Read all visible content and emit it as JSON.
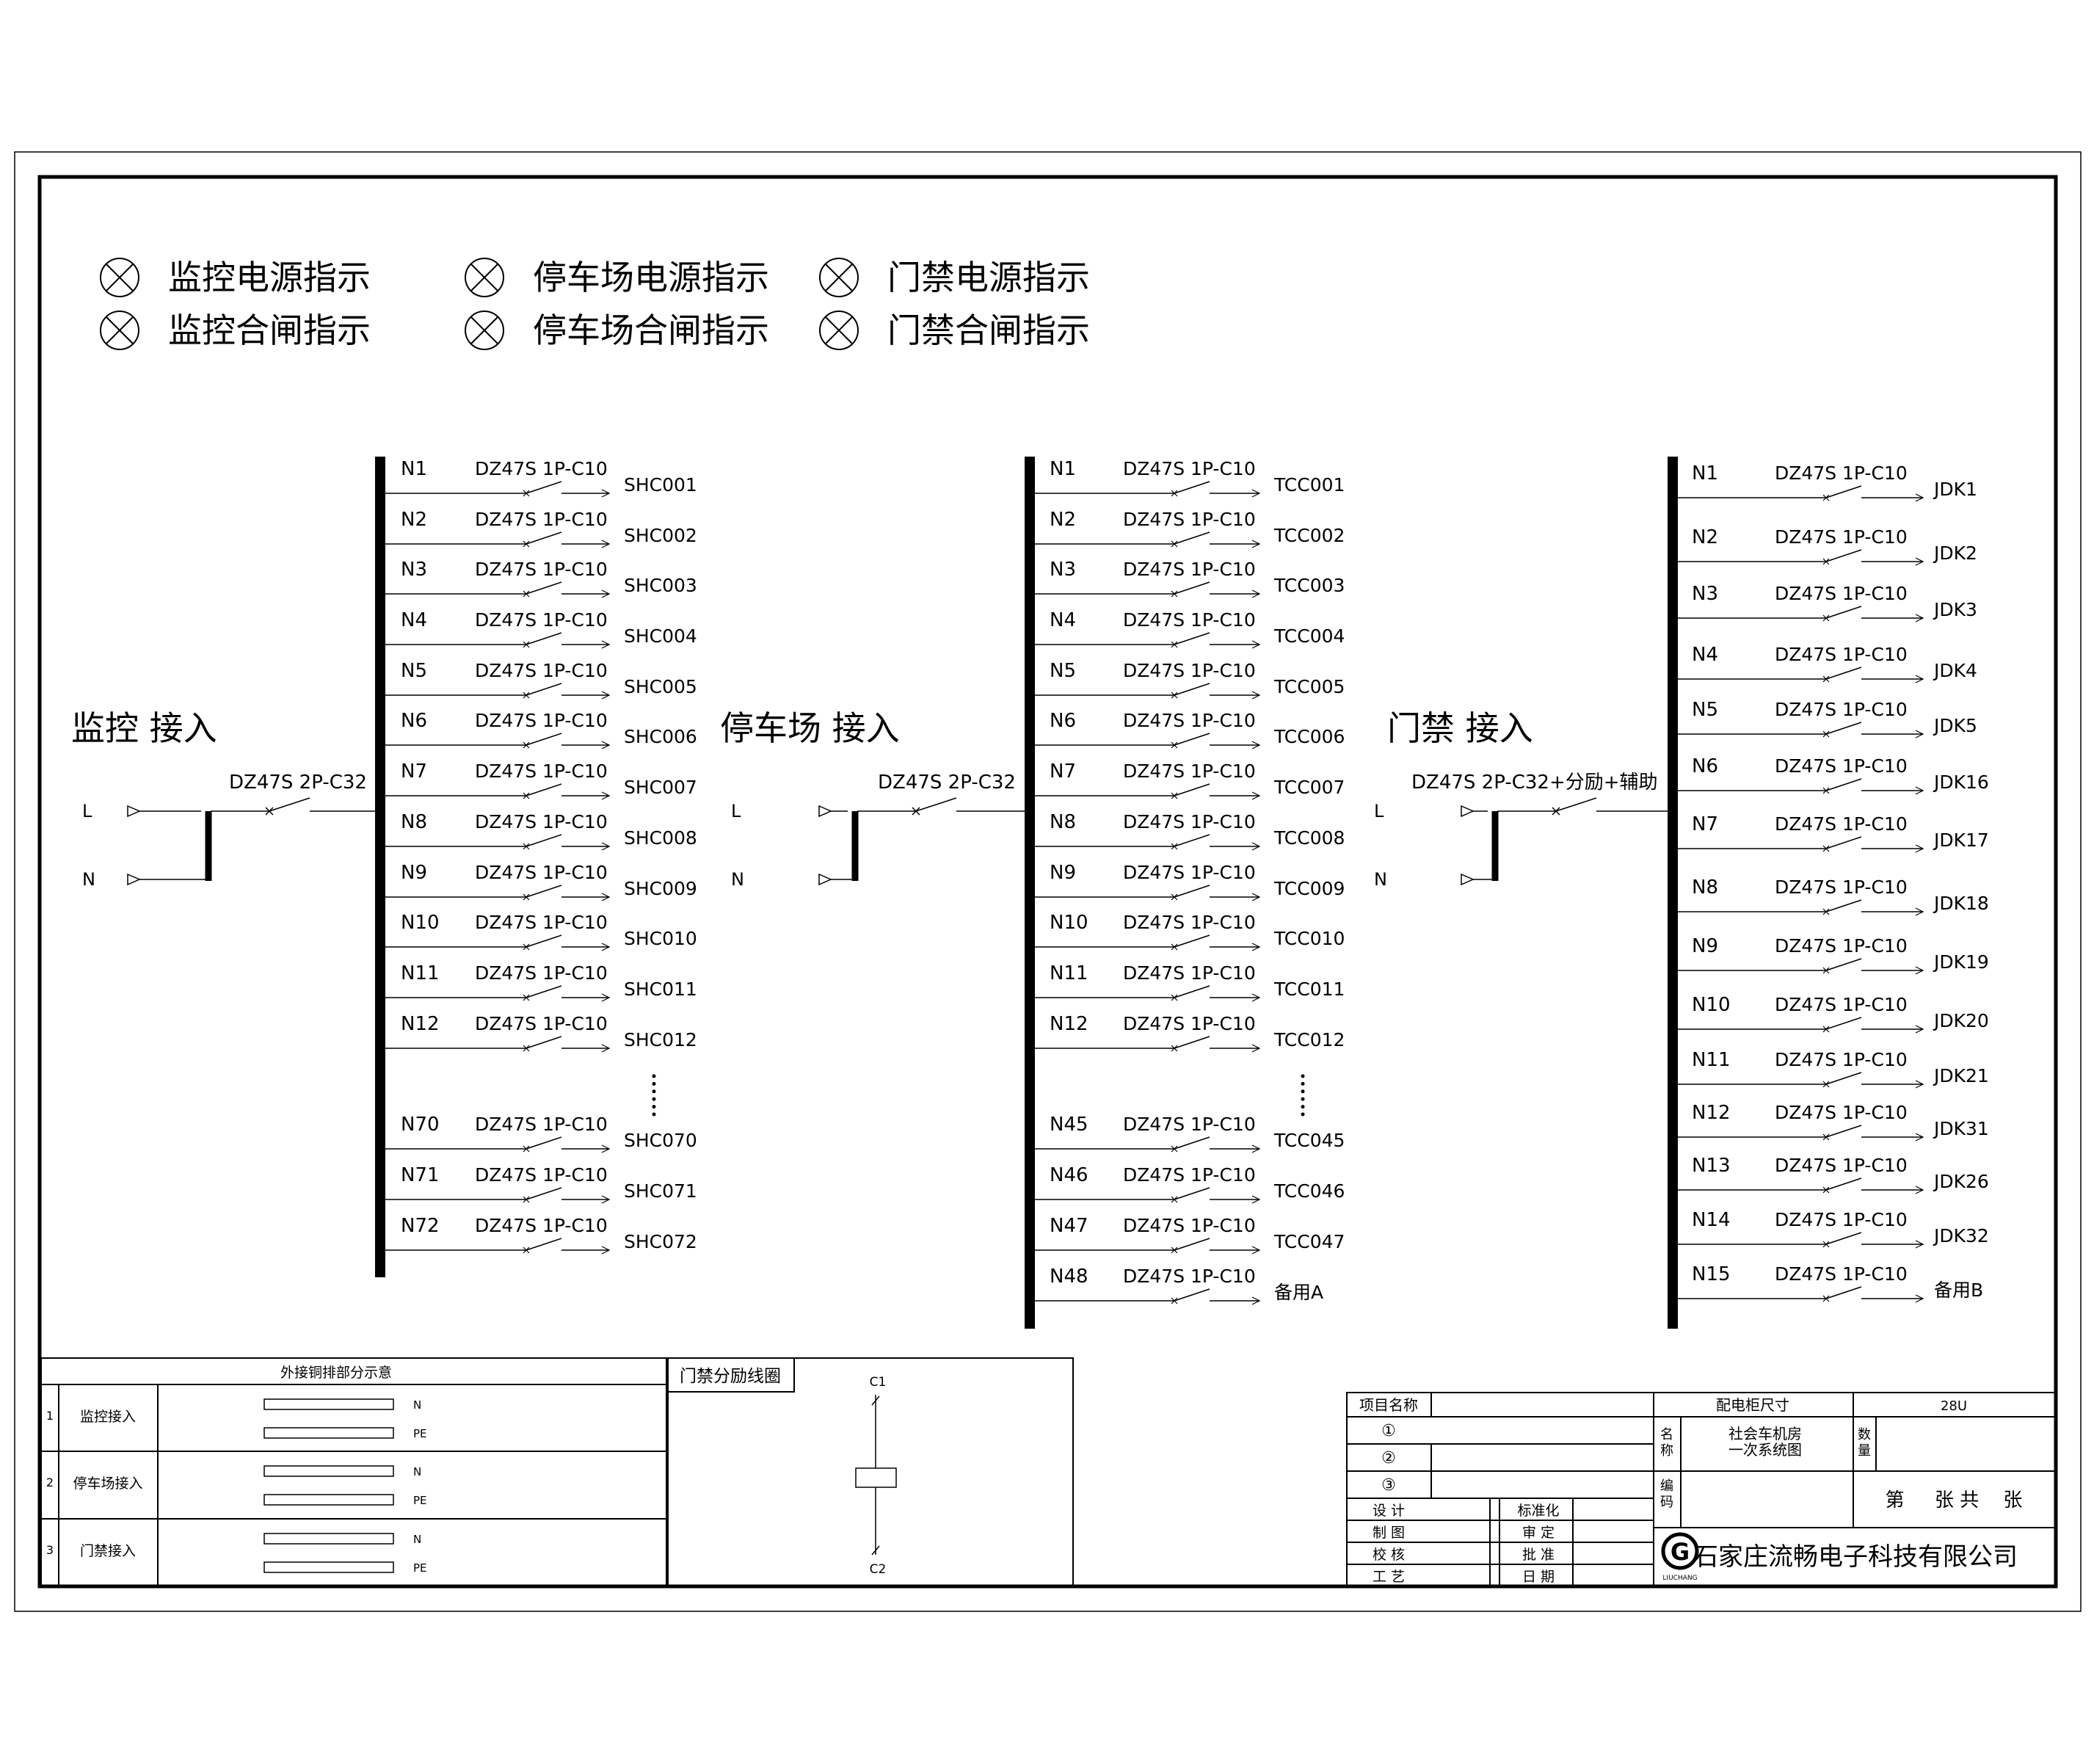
{
  "indicators": [
    [
      "监控电源指示",
      "停车场电源指示",
      "门禁电源指示"
    ],
    [
      "监控合闸指示",
      "停车场合闸指示",
      "门禁合闸指示"
    ]
  ],
  "sections": [
    {
      "title": "监控  接入",
      "input_L": "L",
      "input_N": "N",
      "main_breaker": "DZ47S  2P-C32",
      "circuits": [
        {
          "n": "N1",
          "breaker": "DZ47S  1P-C10",
          "out": "SHC001"
        },
        {
          "n": "N2",
          "breaker": "DZ47S  1P-C10",
          "out": "SHC002"
        },
        {
          "n": "N3",
          "breaker": "DZ47S  1P-C10",
          "out": "SHC003"
        },
        {
          "n": "N4",
          "breaker": "DZ47S  1P-C10",
          "out": "SHC004"
        },
        {
          "n": "N5",
          "breaker": "DZ47S  1P-C10",
          "out": "SHC005"
        },
        {
          "n": "N6",
          "breaker": "DZ47S  1P-C10",
          "out": "SHC006"
        },
        {
          "n": "N7",
          "breaker": "DZ47S  1P-C10",
          "out": "SHC007"
        },
        {
          "n": "N8",
          "breaker": "DZ47S  1P-C10",
          "out": "SHC008"
        },
        {
          "n": "N9",
          "breaker": "DZ47S  1P-C10",
          "out": "SHC009"
        },
        {
          "n": "N10",
          "breaker": "DZ47S  1P-C10",
          "out": "SHC010"
        },
        {
          "n": "N11",
          "breaker": "DZ47S  1P-C10",
          "out": "SHC011"
        },
        {
          "n": "N12",
          "breaker": "DZ47S  1P-C10",
          "out": "SHC012"
        },
        {
          "n": "N70",
          "breaker": "DZ47S  1P-C10",
          "out": "SHC070"
        },
        {
          "n": "N71",
          "breaker": "DZ47S  1P-C10",
          "out": "SHC071"
        },
        {
          "n": "N72",
          "breaker": "DZ47S  1P-C10",
          "out": "SHC072"
        }
      ]
    },
    {
      "title": "停车场  接入",
      "input_L": "L",
      "input_N": "N",
      "main_breaker": "DZ47S  2P-C32",
      "circuits": [
        {
          "n": "N1",
          "breaker": "DZ47S  1P-C10",
          "out": "TCC001"
        },
        {
          "n": "N2",
          "breaker": "DZ47S  1P-C10",
          "out": "TCC002"
        },
        {
          "n": "N3",
          "breaker": "DZ47S  1P-C10",
          "out": "TCC003"
        },
        {
          "n": "N4",
          "breaker": "DZ47S  1P-C10",
          "out": "TCC004"
        },
        {
          "n": "N5",
          "breaker": "DZ47S  1P-C10",
          "out": "TCC005"
        },
        {
          "n": "N6",
          "breaker": "DZ47S  1P-C10",
          "out": "TCC006"
        },
        {
          "n": "N7",
          "breaker": "DZ47S  1P-C10",
          "out": "TCC007"
        },
        {
          "n": "N8",
          "breaker": "DZ47S  1P-C10",
          "out": "TCC008"
        },
        {
          "n": "N9",
          "breaker": "DZ47S  1P-C10",
          "out": "TCC009"
        },
        {
          "n": "N10",
          "breaker": "DZ47S  1P-C10",
          "out": "TCC010"
        },
        {
          "n": "N11",
          "breaker": "DZ47S  1P-C10",
          "out": "TCC011"
        },
        {
          "n": "N12",
          "breaker": "DZ47S  1P-C10",
          "out": "TCC012"
        },
        {
          "n": "N45",
          "breaker": "DZ47S  1P-C10",
          "out": "TCC045"
        },
        {
          "n": "N46",
          "breaker": "DZ47S  1P-C10",
          "out": "TCC046"
        },
        {
          "n": "N47",
          "breaker": "DZ47S  1P-C10",
          "out": "TCC047"
        },
        {
          "n": "N48",
          "breaker": "DZ47S  1P-C10",
          "out": "备用A"
        }
      ]
    },
    {
      "title": "门禁  接入",
      "input_L": "L",
      "input_N": "N",
      "main_breaker": "DZ47S  2P-C32+分励+辅助",
      "circuits": [
        {
          "n": "N1",
          "breaker": "DZ47S  1P-C10",
          "out": "JDK1"
        },
        {
          "n": "N2",
          "breaker": "DZ47S  1P-C10",
          "out": "JDK2"
        },
        {
          "n": "N3",
          "breaker": "DZ47S  1P-C10",
          "out": "JDK3"
        },
        {
          "n": "N4",
          "breaker": "DZ47S  1P-C10",
          "out": "JDK4"
        },
        {
          "n": "N5",
          "breaker": "DZ47S  1P-C10",
          "out": "JDK5"
        },
        {
          "n": "N6",
          "breaker": "DZ47S  1P-C10",
          "out": "JDK16"
        },
        {
          "n": "N7",
          "breaker": "DZ47S  1P-C10",
          "out": "JDK17"
        },
        {
          "n": "N8",
          "breaker": "DZ47S  1P-C10",
          "out": "JDK18"
        },
        {
          "n": "N9",
          "breaker": "DZ47S  1P-C10",
          "out": "JDK19"
        },
        {
          "n": "N10",
          "breaker": "DZ47S  1P-C10",
          "out": "JDK20"
        },
        {
          "n": "N11",
          "breaker": "DZ47S  1P-C10",
          "out": "JDK21"
        },
        {
          "n": "N12",
          "breaker": "DZ47S  1P-C10",
          "out": "JDK31"
        },
        {
          "n": "N13",
          "breaker": "DZ47S  1P-C10",
          "out": "JDK26"
        },
        {
          "n": "N14",
          "breaker": "DZ47S  1P-C10",
          "out": "JDK32"
        },
        {
          "n": "N15",
          "breaker": "DZ47S  1P-C10",
          "out": "备用B"
        }
      ]
    }
  ],
  "copper_table": {
    "title": "外接铜排部分示意",
    "rows": [
      {
        "no": "1",
        "name": "监控接入",
        "bar1": "N",
        "bar2": "PE"
      },
      {
        "no": "2",
        "name": "停车场接入",
        "bar1": "N",
        "bar2": "PE"
      },
      {
        "no": "3",
        "name": "门禁接入",
        "bar1": "N",
        "bar2": "PE"
      }
    ]
  },
  "coil": {
    "title": "门禁分励线圈",
    "top": "C1",
    "bottom": "C2"
  },
  "title_block": {
    "project_label": "项目名称",
    "size_label": "配电柜尺寸",
    "size_value": "28U",
    "circle1": "①",
    "circle2": "②",
    "circle3": "③",
    "name_label": "名\n称",
    "drawing_name_1": "社会车机房",
    "drawing_name_2": "一次系统图",
    "qty_label": "数\n量",
    "code_label": "编\n码",
    "sheet": "第     张 共    张",
    "roles_left": [
      "设    计",
      "制    图",
      "校    核",
      "工    艺"
    ],
    "roles_right": [
      "标准化",
      "审    定",
      "批    准",
      "日    期"
    ],
    "logo_letter": "G",
    "logo_sub": "LIUCHANG",
    "company": "石家庄流畅电子科技有限公司"
  }
}
